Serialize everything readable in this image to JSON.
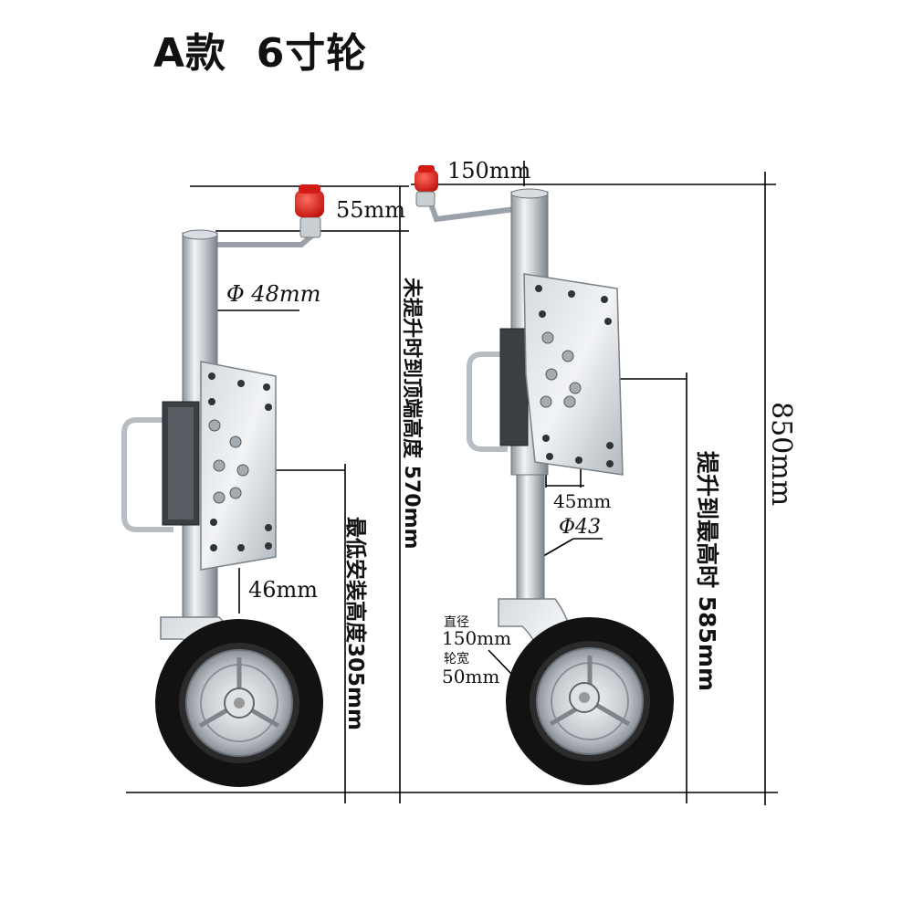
{
  "title": "A款  6寸轮",
  "labels": {
    "handle_offset": "55mm",
    "tube_diameter_left": "Φ 48mm",
    "bracket_offset_left": "46mm",
    "min_install_height": "最低安装高度305mm",
    "unlifted_top_height": "未提升时到顶端高度 570mm",
    "crank_length": "150mm",
    "total_height": "850mm",
    "plate_offset_right": "45mm",
    "tube_diameter_right": "Φ43",
    "wheel_diameter_label": "直径",
    "wheel_diameter_value": "150mm",
    "wheel_width_label": "轮宽",
    "wheel_width_value": "50mm",
    "max_lift_height": "提升到最高时 585mm"
  },
  "colors": {
    "knob": "#e0221d",
    "steel": "#c4c9cf",
    "steel_dark": "#8e959c",
    "tire": "#111111",
    "line": "#000000"
  }
}
